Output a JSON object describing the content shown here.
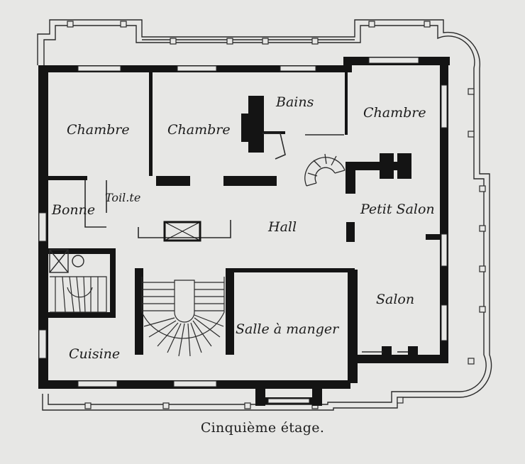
{
  "plan": {
    "rooms": {
      "chambre_1": "Chambre",
      "chambre_2": "Chambre",
      "bains": "Bains",
      "chambre_3": "Chambre",
      "toilette": "Toil.te",
      "bonne": "Bonne",
      "hall": "Hall",
      "petit_salon": "Petit Salon",
      "salon": "Salon",
      "salle_a_manger": "Salle à manger",
      "cuisine": "Cuisine"
    },
    "caption": "Cinquième étage.",
    "colors": {
      "paper": "#e7e7e5",
      "wall": "#141414",
      "line": "#2a2a2a"
    }
  }
}
